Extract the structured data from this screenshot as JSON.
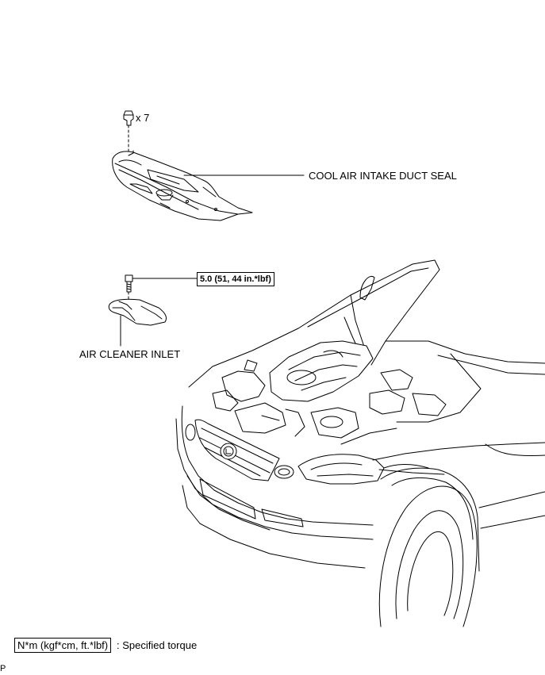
{
  "parts": {
    "quantity_label": "x 7",
    "cool_air_intake_duct_seal": "COOL AIR INTAKE DUCT SEAL",
    "air_cleaner_inlet": "AIR CLEANER INLET"
  },
  "torque": {
    "value": "5.0 (51, 44 in.*lbf)"
  },
  "legend": {
    "unit_box": "N*m (kgf*cm, ft.*lbf)",
    "description": ": Specified torque"
  },
  "corner_mark": "P"
}
